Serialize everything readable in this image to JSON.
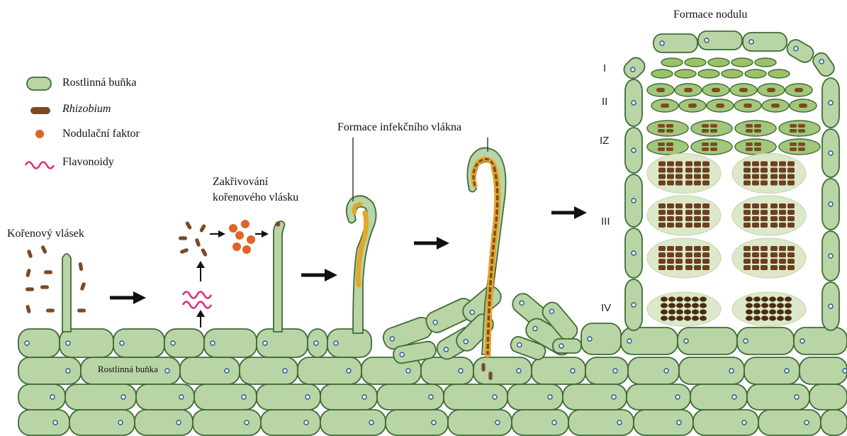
{
  "legend": {
    "plant_cell": "Rostlinná buňka",
    "rhizobium": "Rhizobium",
    "nod_factor": "Nodulační faktor",
    "flavonoids": "Flavonoidy"
  },
  "labels": {
    "root_hair": "Kořenový vlásek",
    "curling_line1": "Zakřivování",
    "curling_line2": "kořenového vlásku",
    "infection_thread": "Formace infekčního vlákna",
    "nodule": "Formace nodulu",
    "cell_in_tissue": "Rostlinná buňka"
  },
  "zones": [
    "I",
    "II",
    "IZ",
    "III",
    "IV"
  ],
  "colors": {
    "cell_fill": "#b9d4a5",
    "cell_stroke": "#3e6b37",
    "rhizobium": "#7a4a25",
    "nod_factor": "#e0622a",
    "flavonoid": "#e0287a",
    "thread": "#e4a52a",
    "arrow": "#111111"
  }
}
